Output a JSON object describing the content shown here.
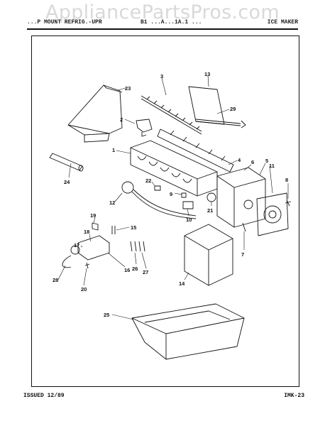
{
  "watermark": "AppliancePartsPros.com",
  "header": {
    "left": "...P MOUNT REFRIG.-UPR",
    "middle": "B1 ...A...1A.1 ...",
    "right": "ICE MAKER"
  },
  "footer": {
    "issued": "ISSUED 12/89",
    "page_code": "IMK-23"
  },
  "callouts": [
    "1",
    "2",
    "3",
    "4",
    "5",
    "6",
    "7",
    "8",
    "9",
    "10",
    "11",
    "12",
    "13",
    "14",
    "15",
    "16",
    "17",
    "18",
    "19",
    "20",
    "21",
    "22",
    "23",
    "24",
    "25",
    "26",
    "27",
    "28",
    "29"
  ]
}
